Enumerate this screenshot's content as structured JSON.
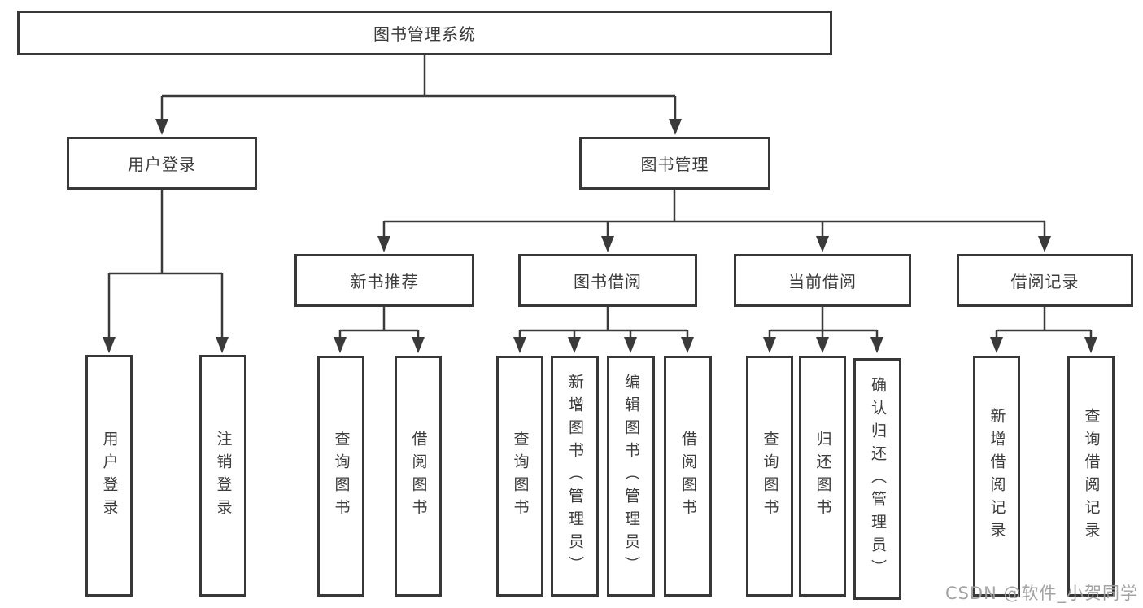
{
  "diagram_title": "图书管理系统",
  "tree": {
    "label": "图书管理系统",
    "children": [
      {
        "label": "用户登录",
        "children": [
          {
            "label": "用户登录"
          },
          {
            "label": "注销登录"
          }
        ]
      },
      {
        "label": "图书管理",
        "children": [
          {
            "label": "新书推荐",
            "children": [
              {
                "label": "查询图书"
              },
              {
                "label": "借阅图书"
              }
            ]
          },
          {
            "label": "图书借阅",
            "children": [
              {
                "label": "查询图书"
              },
              {
                "label": "新增图书（管理员）"
              },
              {
                "label": "编辑图书（管理员）"
              },
              {
                "label": "借阅图书"
              }
            ]
          },
          {
            "label": "当前借阅",
            "children": [
              {
                "label": "查询图书"
              },
              {
                "label": "归还图书"
              },
              {
                "label": "确认归还（管理员）"
              }
            ]
          },
          {
            "label": "借阅记录",
            "children": [
              {
                "label": "新增借阅记录"
              },
              {
                "label": "查询借阅记录"
              }
            ]
          }
        ]
      }
    ]
  },
  "watermark": "CSDN @软件_小贺同学",
  "colors": {
    "line": "#3a3a3a",
    "box_border": "#383838",
    "box_fill": "#ffffff",
    "text": "#3c3c3c",
    "watermark": "#9e9e9e",
    "background": "#ffffff"
  }
}
